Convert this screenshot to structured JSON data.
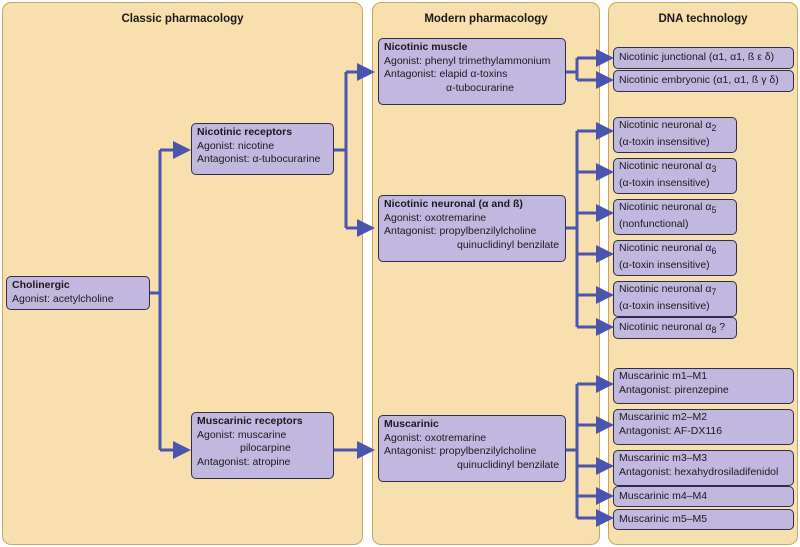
{
  "panels": {
    "classic": "Classic pharmacology",
    "modern": "Modern pharmacology",
    "dna": "DNA technology"
  },
  "classic": {
    "cholinergic": {
      "title": "Cholinergic",
      "agonist": "Agonist: acetylcholine"
    },
    "nicotinic": {
      "title": "Nicotinic receptors",
      "agonist": "Agonist: nicotine",
      "antagonist": "Antagonist: α-tubocurarine"
    },
    "muscarinic": {
      "title": "Muscarinic receptors",
      "agonist1": "Agonist: muscarine",
      "agonist2": "pilocarpine",
      "antagonist": "Antagonist: atropine"
    }
  },
  "modern": {
    "nic_muscle": {
      "title": "Nicotinic muscle",
      "agonist": "Agonist: phenyl trimethylammonium",
      "antagonist1": "Antagonist: elapid α-toxins",
      "antagonist2": "α-tubocurarine"
    },
    "nic_neuronal": {
      "title": "Nicotinic neuronal (α and ß)",
      "agonist": "Agonist: oxotremarine",
      "antagonist1": "Antagonist: propylbenzilylcholine",
      "antagonist2": "quinuclidinyl benzilate"
    },
    "muscarinic": {
      "title": "Muscarinic",
      "agonist": "Agonist: oxotremarine",
      "antagonist1": "Antagonist: propylbenzilylcholine",
      "antagonist2": "quinuclidinyl benzilate"
    }
  },
  "dna": {
    "junctional": "Nicotinic junctional (α1, α1, ß ε δ)",
    "embryonic": "Nicotinic embryonic (α1, α1, ß γ δ)",
    "neuronal_prefix": "Nicotinic neuronal α",
    "alpha2": {
      "sub": "2",
      "note": "(α-toxin insensitive)"
    },
    "alpha3": {
      "sub": "3",
      "note": "(α-toxin insensitive)"
    },
    "alpha5": {
      "sub": "5",
      "note": "(nonfunctional)"
    },
    "alpha6": {
      "sub": "6",
      "note": "(α-toxin insensitive)"
    },
    "alpha7": {
      "sub": "7",
      "note": "(α-toxin insensitive)"
    },
    "alpha8": {
      "sub": "8",
      "suffix": " ?"
    },
    "m1": {
      "label": "Muscarinic m1–M1",
      "antagonist": "Antagonist: pirenzepine"
    },
    "m2": {
      "label": "Muscarinic m2–M2",
      "antagonist": "Antagonist: AF-DX116"
    },
    "m3": {
      "label": "Muscarinic m3–M3",
      "antagonist": "Antagonist: hexahydrosiladifenidol"
    },
    "m4": {
      "label": "Muscarinic m4–M4"
    },
    "m5": {
      "label": "Muscarinic m5–M5"
    }
  },
  "colors": {
    "panel": "#f8dfae",
    "box": "#c2b7de",
    "arrow": "#4a55b0"
  }
}
